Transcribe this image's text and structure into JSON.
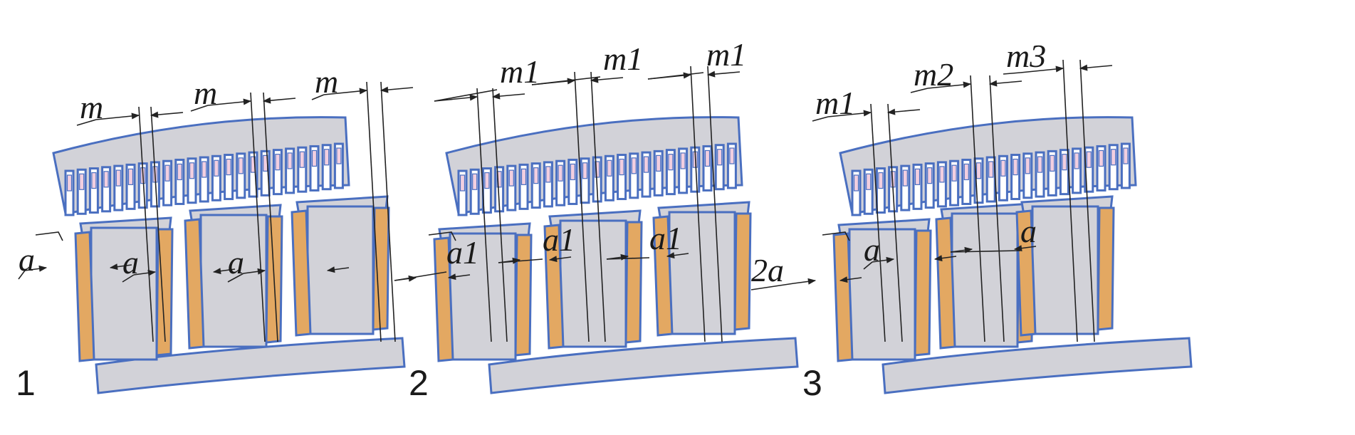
{
  "colors": {
    "steel": "#d2d2d8",
    "outline": "#4a6fc0",
    "winding": "#e3a862",
    "slot": "#f2cfe0",
    "line": "#222222"
  },
  "panels": [
    {
      "number": "1",
      "top_labels": [
        "m",
        "m",
        "m"
      ],
      "gap_labels": [
        "a",
        "a",
        "a"
      ]
    },
    {
      "number": "2",
      "top_labels": [
        "m1",
        "m1",
        "m1"
      ],
      "gap_labels": [
        "a1",
        "a1",
        "a1"
      ]
    },
    {
      "number": "3",
      "top_labels": [
        "m1",
        "m2",
        "m3"
      ],
      "gap_labels": [
        "2a",
        "a",
        "a"
      ]
    }
  ]
}
